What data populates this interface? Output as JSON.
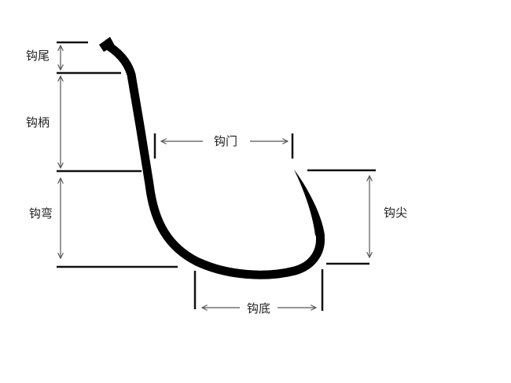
{
  "diagram": {
    "subject": "fish hook anatomy",
    "colors": {
      "background": "#ffffff",
      "hook": "#000000",
      "guide_line": "#111111",
      "arrow": "#555555",
      "text": "#222222"
    },
    "labels": {
      "tail": "钩尾",
      "shank": "钩柄",
      "bend": "钩弯",
      "gap": "钩门",
      "point": "钩尖",
      "bottom": "钩底"
    }
  }
}
